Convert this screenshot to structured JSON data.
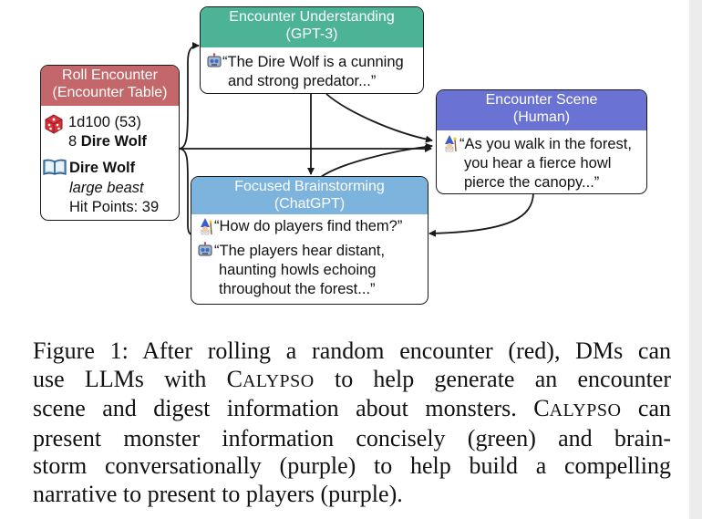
{
  "colors": {
    "red": "#c4676a",
    "green": "#4db397",
    "purple": "#6a72d3",
    "blue": "#7cb4dd"
  },
  "roll_encounter": {
    "title": "Roll Encounter",
    "subtitle": "(Encounter Table)",
    "dice_icon": "dice-icon",
    "book_icon": "book-icon",
    "roll_result": "1d100 (53)",
    "count": "8",
    "monster": "Dire Wolf",
    "book_monster": "Dire Wolf",
    "type": "large beast",
    "hit_points": "Hit Points: 39"
  },
  "understanding": {
    "title": "Encounter Understanding",
    "subtitle": "(GPT-3)",
    "robot_icon": "robot-icon",
    "line1": "“The Dire Wolf is a cunning",
    "line2": "and strong predator...”"
  },
  "scene": {
    "title": "Encounter Scene",
    "subtitle": "(Human)",
    "wizard_icon": "wizard-icon",
    "line1": "“As you walk in the forest,",
    "line2": "you hear a fierce howl",
    "line3": "pierce the canopy...”"
  },
  "brainstorm": {
    "title": "Focused Brainstorming",
    "subtitle": "(ChatGPT)",
    "q_line": "“How do players find them?”",
    "a_line1": "“The players hear distant,",
    "a_line2": "haunting howls echoing",
    "a_line3": "throughout the forest...”"
  },
  "caption": {
    "r1a": "Figure 1: After rolling a random encounter (red), DMs can",
    "r2a": "use LLMs with C",
    "r2b": "ALYPSO",
    "r2c": " to help generate an encounter",
    "r3a": "scene and digest information about monsters. C",
    "r3b": "ALYPSO",
    "r3c": " can",
    "r4a": "present monster information concisely (green) and brain-",
    "r5a": "storm conversationally (purple) to help build a compelling",
    "r6a": "narrative to present to players (purple)."
  }
}
